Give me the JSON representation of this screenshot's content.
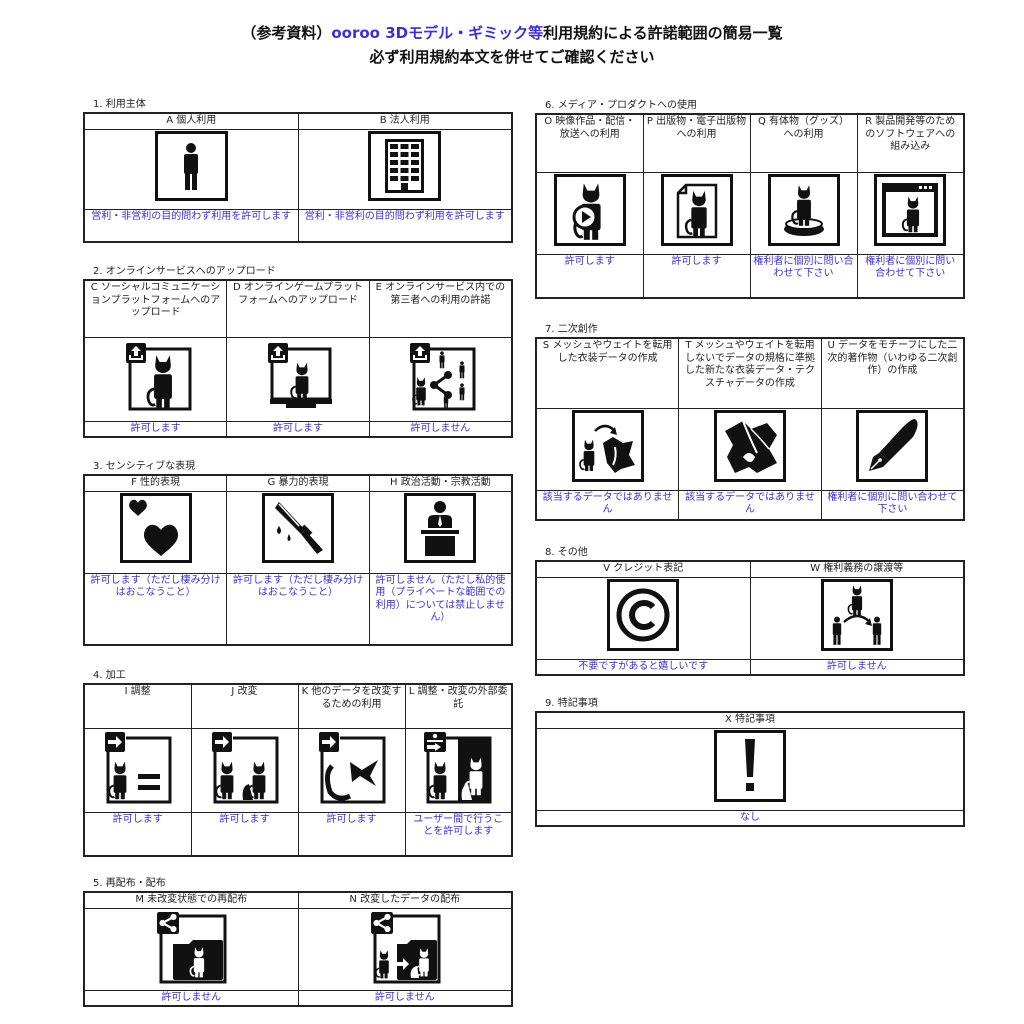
{
  "title": {
    "line1_prefix": "（参考資料）",
    "line1_brand": "ooroo 3Dモデル・ギミック等",
    "line1_suffix": "利用規約による許諾範囲の簡易一覧",
    "line2": "必ず利用規約本文を併せてご確認ください"
  },
  "colors": {
    "accent": "#3b2fd6",
    "border": "#222222",
    "text": "#111111"
  },
  "sections": [
    {
      "label": "1. 利用主体",
      "items": [
        {
          "header": "A 個人利用",
          "icon": "person-icon",
          "value": "営利・非営利の目的問わず利用を許可します"
        },
        {
          "header": "B 法人利用",
          "icon": "building-icon",
          "value": "営利・非営利の目的問わず利用を許可します"
        }
      ]
    },
    {
      "label": "2. オンラインサービスへのアップロード",
      "items": [
        {
          "header": "C ソーシャルコミュニケーションプラットフォームへのアップロード",
          "icon": "upload-avatar-icon",
          "value": "許可します"
        },
        {
          "header": "D オンラインゲームプラットフォームへのアップロード",
          "icon": "upload-monitor-icon",
          "value": "許可します"
        },
        {
          "header": "E オンラインサービス内での第三者への利用の許諾",
          "icon": "upload-share-icon",
          "value": "許可しません"
        }
      ]
    },
    {
      "label": "3. センシティブな表現",
      "items": [
        {
          "header": "F 性的表現",
          "icon": "hearts-icon",
          "value": "許可します（ただし棲み分けはおこなうこと）"
        },
        {
          "header": "G 暴力的表現",
          "icon": "knife-icon",
          "value": "許可します（ただし棲み分けはおこなうこと）"
        },
        {
          "header": "H 政治活動・宗教活動",
          "icon": "podium-icon",
          "value": "許可しません（ただし私的使用（プライベートな範囲での利用）については禁止しません）"
        }
      ]
    },
    {
      "label": "4. 加工",
      "items": [
        {
          "header": "I 調整",
          "icon": "adjust-icon",
          "value": "許可します"
        },
        {
          "header": "J 改変",
          "icon": "modify-icon",
          "value": "許可します"
        },
        {
          "header": "K 他のデータを改変するための利用",
          "icon": "parts-icon",
          "value": "許可します"
        },
        {
          "header": "L 調整・改変の外部委託",
          "icon": "outsource-icon",
          "value": "ユーザー間で行うことを許可します"
        }
      ]
    },
    {
      "label": "5. 再配布・配布",
      "items": [
        {
          "header": "M 未改変状態での再配布",
          "icon": "redistribute-icon",
          "value": "許可しません"
        },
        {
          "header": "N 改変したデータの配布",
          "icon": "distribute-modified-icon",
          "value": "許可しません"
        }
      ]
    },
    {
      "label": "6. メディア・プロダクトへの使用",
      "items": [
        {
          "header": "O 映像作品・配信・放送への利用",
          "icon": "video-icon",
          "value": "許可します"
        },
        {
          "header": "P 出版物・電子出版物への利用",
          "icon": "document-icon",
          "value": "許可します"
        },
        {
          "header": "Q 有体物（グッズ）への利用",
          "icon": "figure-icon",
          "value": "権利者に個別に問い合わせて下さい"
        },
        {
          "header": "R 製品開発等のためのソフトウェアへの組み込み",
          "icon": "software-window-icon",
          "value": "権利者に個別に問い合わせて下さい"
        }
      ]
    },
    {
      "label": "7. 二次創作",
      "items": [
        {
          "header": "S メッシュやウェイトを転用した衣装データの作成",
          "icon": "costume-transfer-icon",
          "value": "該当するデータではありません"
        },
        {
          "header": "T メッシュやウェイトを転用しないでデータの規格に準拠した新たな衣装データ・テクスチャデータの作成",
          "icon": "costume-icon",
          "value": "該当するデータではありません"
        },
        {
          "header": "U データをモチーフにした二次的著作物（いわゆる二次創作）の作成",
          "icon": "pen-nib-icon",
          "value": "権利者に個別に問い合わせて下さい"
        }
      ]
    },
    {
      "label": "8. その他",
      "items": [
        {
          "header": "V クレジット表記",
          "icon": "copyright-icon",
          "value": "不要ですがあると嬉しいです"
        },
        {
          "header": "W 権利義務の譲渡等",
          "icon": "transfer-rights-icon",
          "value": "許可しません"
        }
      ]
    },
    {
      "label": "9. 特記事項",
      "items": [
        {
          "header": "X 特記事項",
          "icon": "exclamation-icon",
          "value": "なし"
        }
      ]
    }
  ]
}
